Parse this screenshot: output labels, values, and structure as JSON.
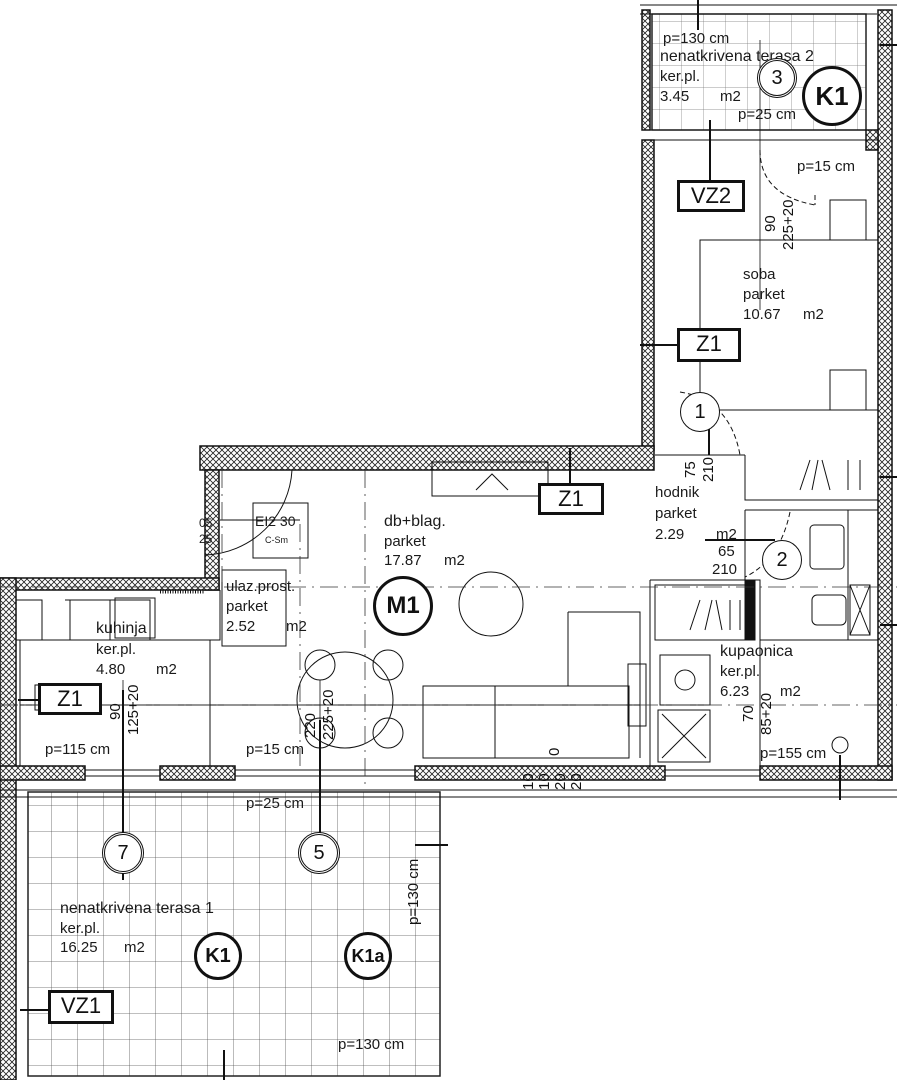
{
  "rooms": {
    "terasa2": {
      "name": "nenatkrivena terasa 2",
      "floor": "ker.pl.",
      "area": "3.45",
      "unit": "m2"
    },
    "soba": {
      "name": "soba",
      "floor": "parket",
      "area": "10.67",
      "unit": "m2"
    },
    "hodnik": {
      "name": "hodnik",
      "floor": "parket",
      "area": "2.29",
      "unit": "m2"
    },
    "dnevni": {
      "name": "db+blag.",
      "floor": "parket",
      "area": "17.87",
      "unit": "m2"
    },
    "ulaz": {
      "name": "ulaz.prost.",
      "floor": "parket",
      "area": "2.52",
      "unit": "m2"
    },
    "kuhinja": {
      "name": "kuhinja",
      "floor": "ker.pl.",
      "area": "4.80",
      "unit": "m2"
    },
    "kupaonica": {
      "name": "kupaonica",
      "floor": "ker.pl.",
      "area": "6.23",
      "unit": "m2"
    },
    "terasa1": {
      "name": "nenatkrivena terasa 1",
      "floor": "ker.pl.",
      "area": "16.25",
      "unit": "m2"
    }
  },
  "tags": {
    "vz2": "VZ2",
    "z1_soba": "Z1",
    "z1_living": "Z1",
    "z1_kitchen": "Z1",
    "vz1": "VZ1",
    "k1_top": "K1",
    "m1": "M1",
    "k1_bottom": "K1",
    "k1a": "K1a",
    "ei": "EI2 30",
    "ei_sub": "C-Sm"
  },
  "openings": {
    "n1": "1",
    "n2": "2",
    "n3": "3",
    "n5": "5",
    "n7": "7"
  },
  "dims": {
    "p130_top": "p=130 cm",
    "p25_top": "p=25 cm",
    "p15_soba": "p=15 cm",
    "d90": "90",
    "d225_20_soba": "225+20",
    "d75": "75",
    "d210_a": "210",
    "d65": "65",
    "d210_b": "210",
    "d05": "05",
    "d25": "25",
    "d90_k": "90",
    "d125_20": "125+20",
    "p115": "p=115 cm",
    "d220": "220",
    "d225_20_l": "225+20",
    "p15_l": "p=15 cm",
    "p25_l": "p=25 cm",
    "d70": "70",
    "d85_20": "85+20",
    "p155": "p=155 cm",
    "p130_side": "p=130 cm",
    "p130_bottom": "p=130 cm",
    "w0": "0",
    "w10a": "10",
    "w10b": "10",
    "w20a": "20",
    "w20b": "20"
  }
}
